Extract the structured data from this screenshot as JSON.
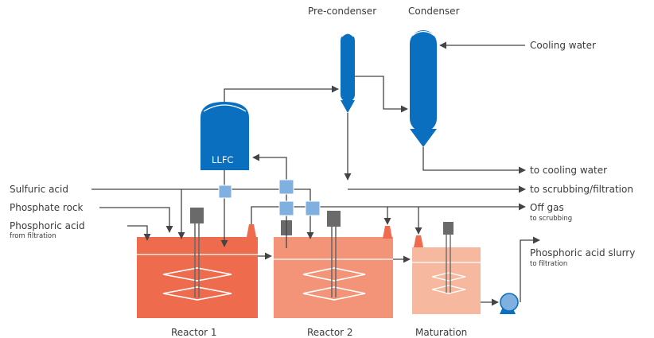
{
  "labels": {
    "precondenser": "Pre-condenser",
    "condenser": "Condenser",
    "cooling_water_in": "Cooling water",
    "llfc": "LLFC",
    "sulfuric_acid": "Sulfuric acid",
    "phosphate_rock": "Phosphate rock",
    "phosphoric_acid": "Phosphoric acid",
    "phosphoric_acid_sub": "from filtration",
    "to_cooling_water": "to cooling water",
    "to_scrubbing_filtration": "to scrubbing/filtration",
    "off_gas": "Off gas",
    "off_gas_sub": "to scrubbing",
    "slurry": "Phosphoric acid slurry",
    "slurry_sub": "to filtration",
    "reactor1": "Reactor 1",
    "reactor2": "Reactor 2",
    "maturation": "Maturation"
  },
  "colors": {
    "vessel_blue": "#0a6fbf",
    "valve_blue": "#7fb0e0",
    "reactor1": "#ef6b4e",
    "reactor2": "#f39478",
    "maturation": "#f7b8a0",
    "motor": "#6a6a6a",
    "pipe": "#444444"
  }
}
